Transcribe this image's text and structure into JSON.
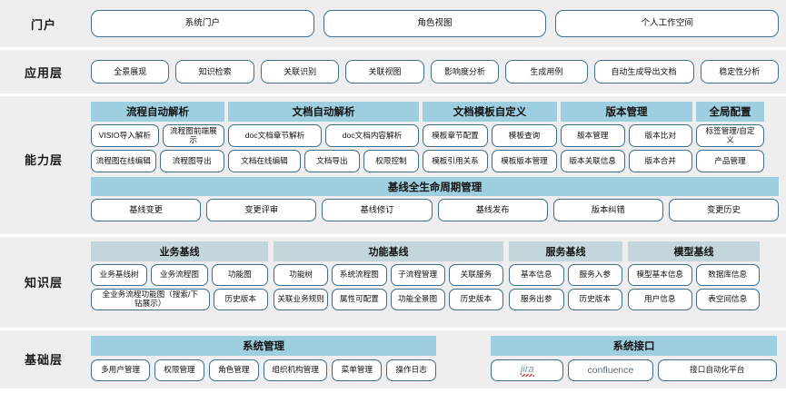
{
  "layers": [
    {
      "key": "portal",
      "label": "门户",
      "items": [
        "系统门户",
        "角色视图",
        "个人工作空间"
      ]
    },
    {
      "key": "application",
      "label": "应用层",
      "items": [
        "全景展现",
        "知识检索",
        "关联识别",
        "关联视图",
        "影响度分析",
        "生成用例",
        "自动生成导出文档",
        "稳定性分析"
      ]
    },
    {
      "key": "capability",
      "label": "能力层",
      "groups": [
        {
          "header": "流程自动解析",
          "row1": [
            "VISIO导入解析",
            "流程图前端展\n示"
          ],
          "row2": [
            "流程图在线编辑",
            "流程图导出"
          ]
        },
        {
          "header": "文档自动解析",
          "row1": [
            "doc文档章节解析",
            "doc文档内容解析"
          ],
          "row2": [
            "文档在线编辑",
            "文档导出",
            "权限控制"
          ]
        },
        {
          "header": "文档模板自定义",
          "row1": [
            "模板章节配置",
            "模板查询"
          ],
          "row2": [
            "模板引用关系",
            "模板版本管理"
          ]
        },
        {
          "header": "版本管理",
          "row1": [
            "版本管理",
            "版本比对"
          ],
          "row2": [
            "版本关联信息",
            "版本合并"
          ]
        },
        {
          "header": "全局配置",
          "row1": [
            "标签管理/自定\n义"
          ],
          "row2": [
            "产品管理"
          ]
        }
      ],
      "lifecycle": {
        "header": "基线全生命周期管理",
        "items": [
          "基线变更",
          "变更评审",
          "基线修订",
          "基线发布",
          "版本纠错",
          "变更历史"
        ]
      }
    },
    {
      "key": "knowledge",
      "label": "知识层",
      "groups": [
        {
          "header": "业务基线",
          "row1": [
            "业务基线树",
            "业务流程图",
            "功能图"
          ],
          "row2": [
            "全业务流程功能图（搜索/下\n钻展示）",
            "历史版本"
          ]
        },
        {
          "header": "功能基线",
          "row1": [
            "功能树",
            "系统流程图",
            "子流程管理",
            "关联服务"
          ],
          "row2": [
            "关联业务规则",
            "属性可配置",
            "功能全景图",
            "历史版本"
          ]
        },
        {
          "header": "服务基线",
          "row1": [
            "基本信息",
            "服务入参"
          ],
          "row2": [
            "服务出参",
            "历史版本"
          ]
        },
        {
          "header": "模型基线",
          "row1": [
            "模型基本信息",
            "数据库信息"
          ],
          "row2": [
            "用户信息",
            "表空间信息"
          ]
        }
      ]
    },
    {
      "key": "base",
      "label": "基础层",
      "groups": [
        {
          "header": "系统管理",
          "row1": [
            "多用户管理",
            "权限管理",
            "角色管理",
            "组织机构管理",
            "菜单管理",
            "操作日志"
          ]
        },
        {
          "header": "系统接口",
          "row1": [
            "jira",
            "confluence",
            "接口自动化平台"
          ]
        }
      ]
    }
  ],
  "colors": {
    "header_teal": "#9ecfe0",
    "header_gray_blue": "#c3d6dc",
    "band_bg": "#eeeeee",
    "pill_border": "#3c6e8d",
    "spell_underline": "#d83a3a"
  }
}
